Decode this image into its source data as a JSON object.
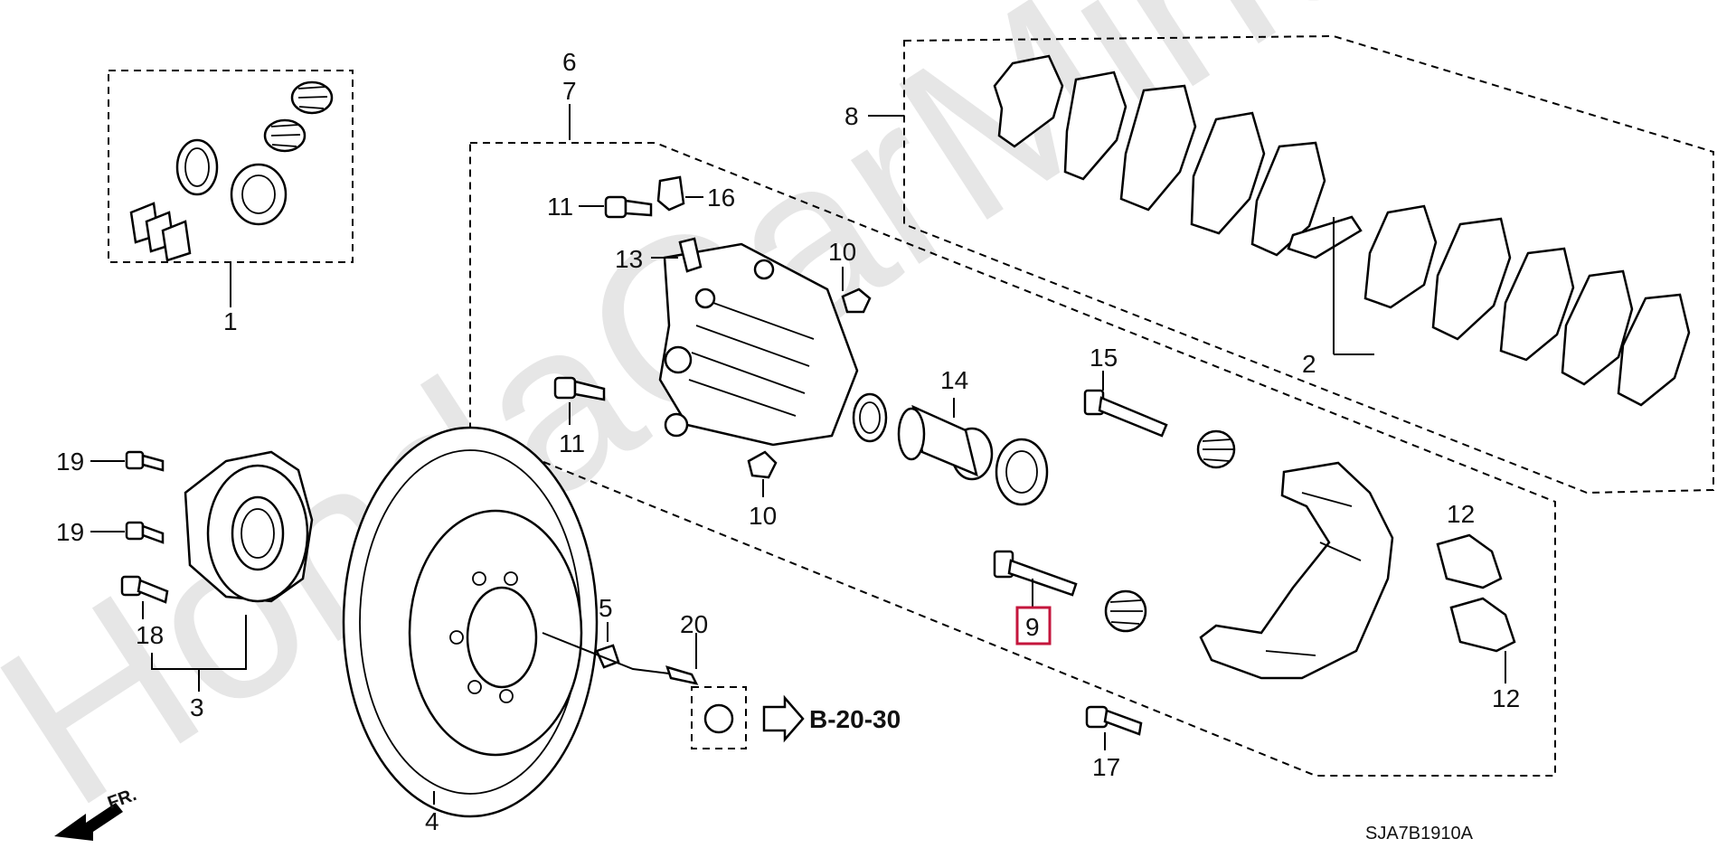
{
  "watermark": "HondaCarMine.ru",
  "callouts": {
    "c1": "1",
    "c2": "2",
    "c3": "3",
    "c4": "4",
    "c5": "5",
    "c6": "6",
    "c7": "7",
    "c8": "8",
    "c9": "9",
    "c10a": "10",
    "c10b": "10",
    "c11a": "11",
    "c11b": "11",
    "c12a": "12",
    "c12b": "12",
    "c13": "13",
    "c14": "14",
    "c15": "15",
    "c16": "16",
    "c17": "17",
    "c18": "18",
    "c19a": "19",
    "c19b": "19",
    "c20": "20"
  },
  "highlight_color": "#c4163c",
  "reference": {
    "label": "B-20-30"
  },
  "front_label": "FR.",
  "diagram_code": "SJA7B1910A"
}
